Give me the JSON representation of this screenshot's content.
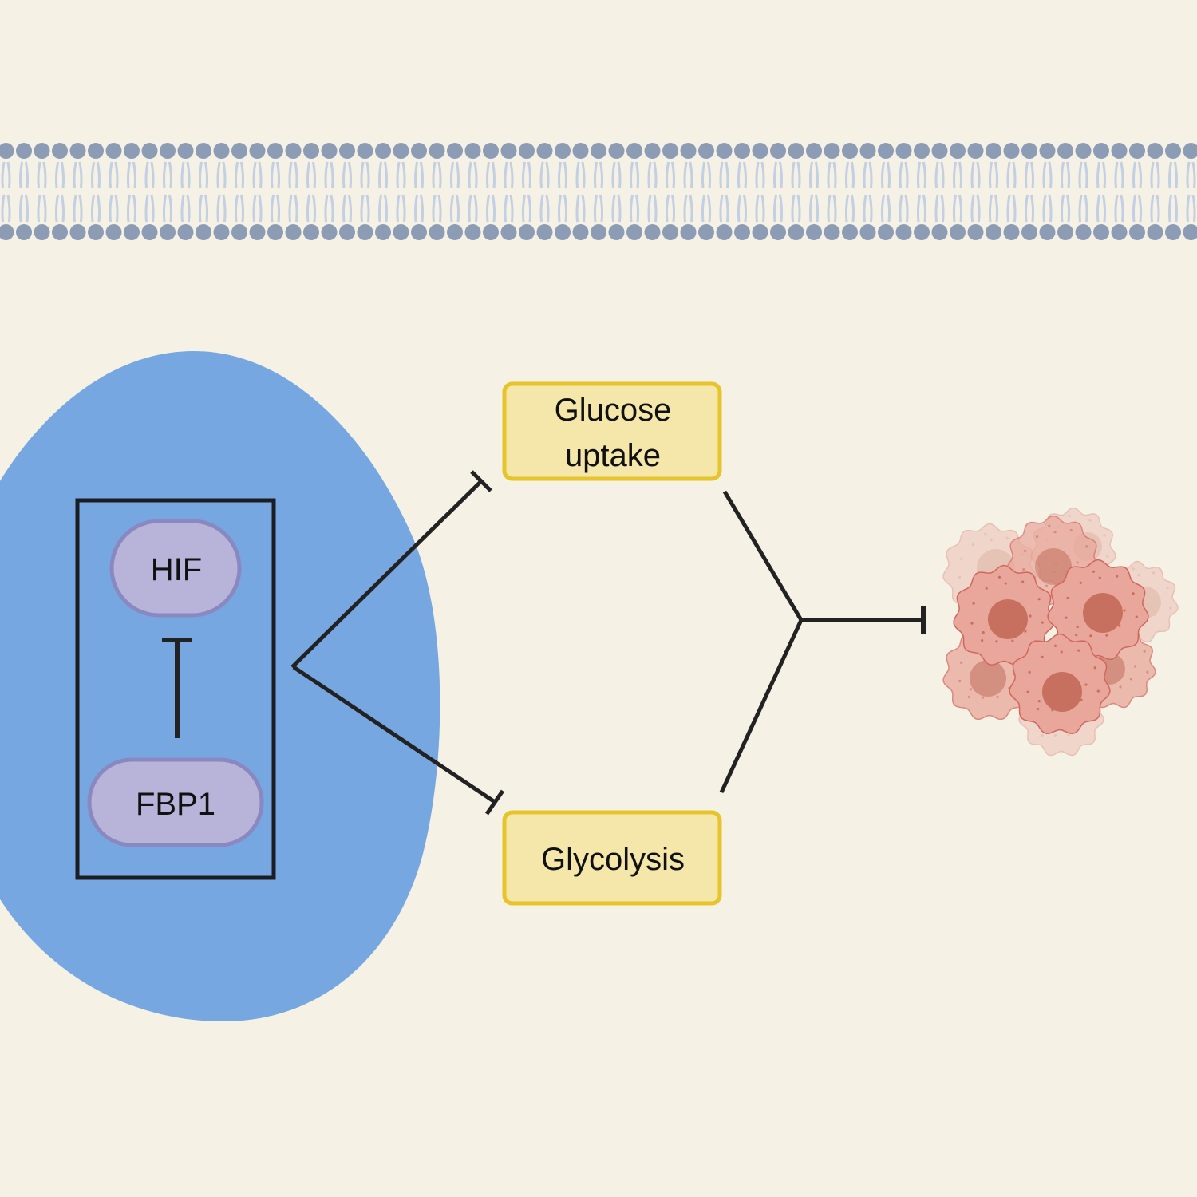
{
  "diagram": {
    "type": "signaling-pathway",
    "colors": {
      "background": "#f5f1e5",
      "membrane_head": "#8d9cb5",
      "membrane_tail": "#c3cfe3",
      "cell": "#77a7e1",
      "protein_fill": "#b8b3d9",
      "protein_stroke": "#8a88c0",
      "process_fill": "#f5e6a9",
      "process_stroke": "#e6c42c",
      "line": "#222222",
      "tumor": "#e7a296"
    },
    "membrane": {
      "label": "cell-membrane-lipid-bilayer"
    },
    "complex": {
      "proteins": [
        {
          "id": "hif",
          "label": "HIF"
        },
        {
          "id": "fbp1",
          "label": "FBP1"
        }
      ],
      "interaction": {
        "from": "FBP1",
        "to": "HIF",
        "type": "inhibition"
      }
    },
    "processes": [
      {
        "id": "glucose",
        "lines": [
          "Glucose",
          "uptake"
        ]
      },
      {
        "id": "glycolysis",
        "lines": [
          "Glycolysis"
        ]
      }
    ],
    "edges": [
      {
        "from": "HIF/FBP1 complex",
        "to": "Glucose uptake",
        "type": "inhibition"
      },
      {
        "from": "HIF/FBP1 complex",
        "to": "Glycolysis",
        "type": "inhibition"
      },
      {
        "from": "Glucose uptake + Glycolysis",
        "to": "Tumor cells",
        "type": "inhibition"
      }
    ],
    "target": {
      "label": "tumor-cell-cluster"
    }
  }
}
